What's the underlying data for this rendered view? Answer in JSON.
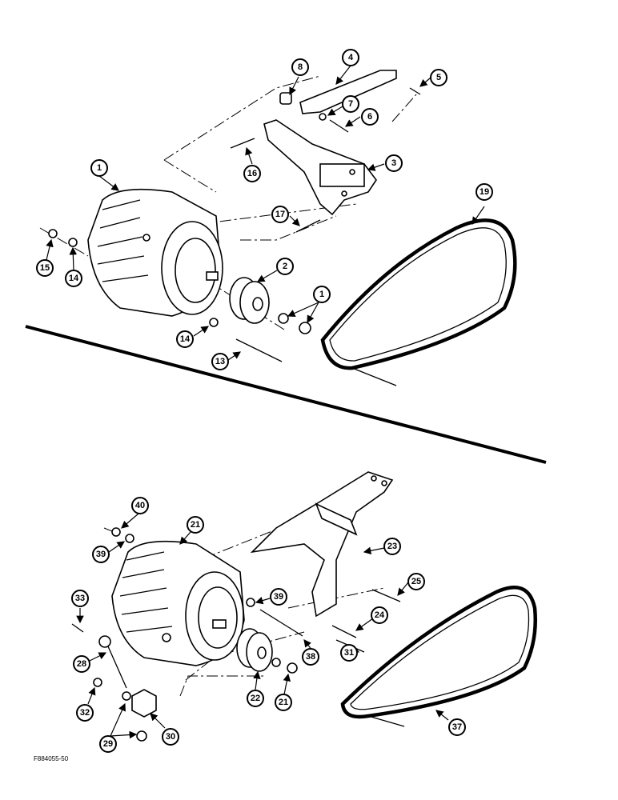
{
  "figure_code": "F884055-50",
  "callouts_upper": [
    "1",
    "2",
    "3",
    "4",
    "5",
    "6",
    "7",
    "8",
    "13",
    "14",
    "14",
    "15",
    "16",
    "17",
    "19",
    "1"
  ],
  "callouts_lower": [
    "21",
    "22",
    "23",
    "24",
    "25",
    "28",
    "29",
    "30",
    "31",
    "32",
    "33",
    "37",
    "38",
    "39",
    "39",
    "40",
    "21"
  ]
}
